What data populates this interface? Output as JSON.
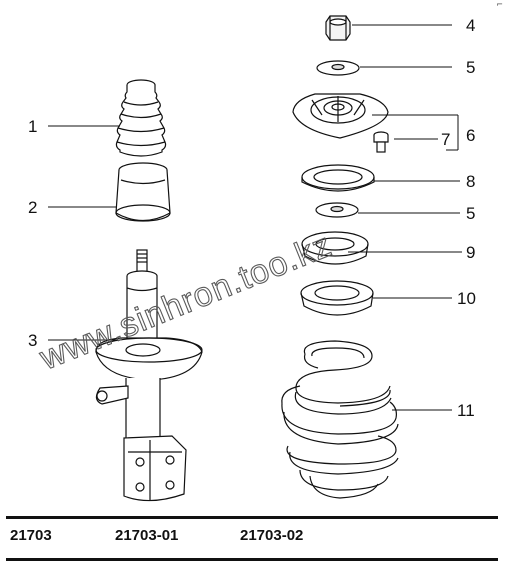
{
  "callouts": {
    "c1": "1",
    "c2": "2",
    "c3": "3",
    "c4": "4",
    "c5a": "5",
    "c6": "6",
    "c7": "7",
    "c8": "8",
    "c5b": "5",
    "c9": "9",
    "c10": "10",
    "c11": "11"
  },
  "watermark": "www.sinhron.too.kz",
  "corner_mark": "⌐",
  "footer": {
    "codes": [
      "21703",
      "21703-01",
      "21703-02"
    ]
  }
}
